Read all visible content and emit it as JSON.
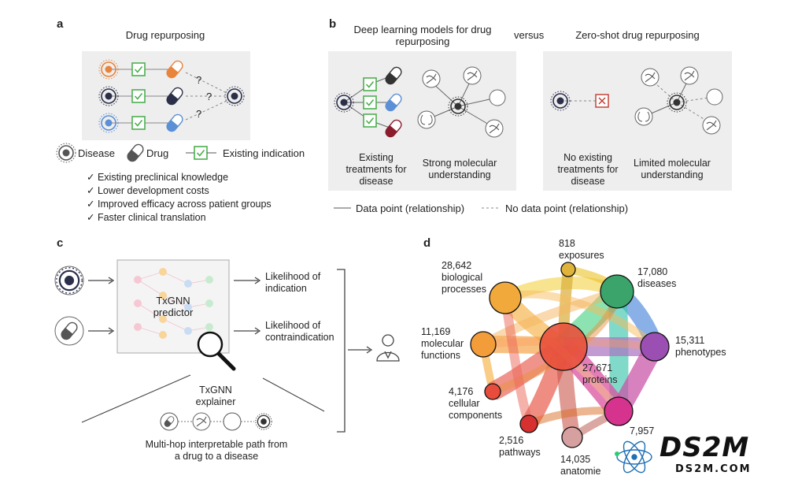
{
  "panel_a": {
    "letter": "a",
    "title": "Drug repurposing",
    "legend": {
      "disease": "Disease",
      "drug": "Drug",
      "indication": "Existing indication"
    },
    "question_mark": "?",
    "bullets": [
      "Existing preclinical knowledge",
      "Lower development costs",
      "Improved efficacy across patient groups",
      "Faster clinical translation"
    ],
    "check": "✓"
  },
  "panel_b": {
    "letter": "b",
    "title_left": "Deep learning models for drug repurposing",
    "versus": "versus",
    "title_right": "Zero-shot drug repurposing",
    "label_existing": "Existing treatments for disease",
    "label_strong": "Strong molecular understanding",
    "label_no_existing": "No existing treatments for disease",
    "label_limited": "Limited molecular understanding",
    "legend_solid": "Data point (relationship)",
    "legend_dashed": "No data point (relationship)"
  },
  "panel_c": {
    "letter": "c",
    "predictor": "TxGNN predictor",
    "likelihood_indication": "Likelihood of indication",
    "likelihood_contraindication": "Likelihood of contraindication",
    "explainer": "TxGNN explainer",
    "path_caption": "Multi-hop interpretable path from a drug to a disease"
  },
  "panel_d": {
    "letter": "d",
    "nodes": [
      {
        "count": "818",
        "label": "exposures"
      },
      {
        "count": "17,080",
        "label": "diseases"
      },
      {
        "count": "28,642",
        "label": "biological processes"
      },
      {
        "count": "11,169",
        "label": "molecular functions"
      },
      {
        "count": "15,311",
        "label": "phenotypes"
      },
      {
        "count": "27,671",
        "label": "proteins"
      },
      {
        "count": "4,176",
        "label": "cellular components"
      },
      {
        "count": "2,516",
        "label": "pathways"
      },
      {
        "count": "14,035",
        "label": "anatomie"
      },
      {
        "count": "7,957",
        "label": ""
      }
    ]
  },
  "watermark": {
    "logo": "DS2M",
    "url": "DS2M.COM"
  },
  "colors": {
    "orange": "#e8843c",
    "blue": "#5b8fd6",
    "dark": "#2b2f4a",
    "green": "#4caf50",
    "red": "#c0392b"
  }
}
